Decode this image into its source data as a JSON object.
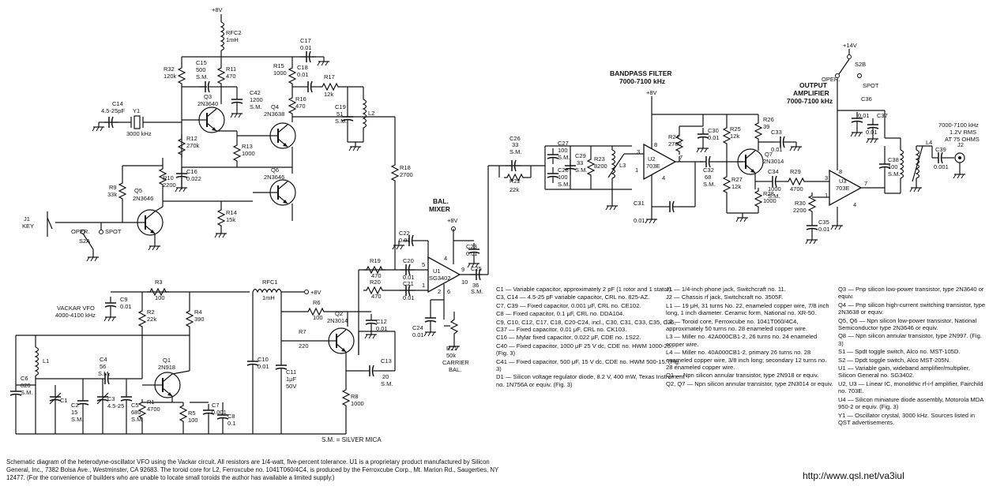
{
  "labels": {
    "p8v_top": "+8V",
    "rfc2": "RFC2",
    "rfc2_val": "1mH",
    "c17": "C17",
    "c17_val": "0.01",
    "r32": "R32",
    "r32_val": "120k",
    "c15": "C15",
    "c15_val1": "500",
    "c15_val2": "S.M.",
    "r11": "R11",
    "r11_val": "470",
    "r15": "R15",
    "r15_val": "1000",
    "c18": "C18",
    "c18_val": "0.01",
    "r17": "R17",
    "r17_val": "12k",
    "c42": "C42",
    "c42_val1": "1200",
    "c42_val2": "S.M.",
    "q3": "Q3",
    "q3_type": "2N3640",
    "r16": "R16",
    "r16_val": "470",
    "q4": "Q4",
    "q4_type": "2N3638",
    "c19": "C19",
    "c19_val1": "51",
    "c19_val2": "S.M.",
    "l2": "L2",
    "c14": "C14",
    "c14_val": "4.5-25pF",
    "y1": "Y1",
    "y1_val": "3000 kHz",
    "r12": "R12",
    "r12_val": "270k",
    "r13": "R13",
    "r13_val": "1000",
    "q6": "Q6",
    "q6_type": "2N3646",
    "c16": "C16",
    "c16_val": "0.022",
    "r18": "R18",
    "r18_val": "2700",
    "r10": "R10",
    "r10_val": "2200",
    "r9": "R9",
    "r9_val": "33k",
    "q5": "Q5",
    "q5_type": "2N3646",
    "r14": "R14",
    "r14_val": "15k",
    "j1": "J1",
    "key": "KEY",
    "oper1": "OPER.",
    "spot1": "SPOT",
    "s2a": "S2A",
    "bal_mixer1": "BAL.",
    "bal_mixer2": "MIXER",
    "p8v_mixer": "+8V",
    "c22": "C22",
    "c22_val": "0.01",
    "c23": "C23",
    "c23_val": "0.01",
    "r19": "R19",
    "r19_val": "470",
    "r20": "R20",
    "r20_val": "470",
    "c20": "C20",
    "c20_val": "0.01",
    "c21": "C21",
    "c21_val": "0.01",
    "u1": "U1",
    "u1_type": "SG3402",
    "c25": "C25",
    "c25_val1": "36",
    "c25_val2": "S.M.",
    "c24": "C24",
    "c24_val": "0.01",
    "r21": "R21",
    "r21_val": "50k",
    "carrier1": "CARRIER",
    "carrier2": "BAL.",
    "vackar1": "VACKAR VFO",
    "vackar2": "4000-4100 kHz",
    "c9": "C9",
    "c9_val": "0.01",
    "r3": "R3",
    "r3_val": "100",
    "r2": "R2",
    "r2_val": "22k",
    "r4": "R4",
    "r4_val": "390",
    "rfc1": "RFC1",
    "rfc1_val": "1mH",
    "p8v_vfo": "+8V",
    "r6": "R6",
    "r6_val": "100",
    "q2": "Q2",
    "q2_type": "2N3014",
    "c12": "C12",
    "c12_val": "0.01",
    "r7": "R7",
    "r7_val": "220",
    "c10": "C10",
    "c10_val": "0.01",
    "c11": "C11",
    "c11_val1": "1μF",
    "c11_val2": "50V",
    "c13": "C13",
    "c13_val1": "20",
    "c13_val2": "S.M.",
    "r8": "R8",
    "r8_val": "1000",
    "l1": "L1",
    "c4": "C4",
    "c4_val1": "56",
    "c4_val2": "S.M.",
    "q1": "Q1",
    "q1_type": "2N918",
    "c6": "C6",
    "c6_val1": "820",
    "c6_val2": "S.M.",
    "c1": "C1",
    "c3": "C3",
    "c3_val": "4.5-25",
    "c2": "C2",
    "c2_val1": "15",
    "c2_val2": "S.M.",
    "c5": "C5",
    "c5_val1": "680",
    "c5_val2": "S.M.",
    "r1": "R1",
    "r1_val": "4700",
    "r5": "R5",
    "r5_val": "100",
    "c7": "C7",
    "c7_val": "0.001",
    "c8": "C8",
    "c8_val": "0.1",
    "bandpass1": "BANDPASS FILTER",
    "bandpass2": "7000-7100 kHz",
    "p8v_bp": "+8V",
    "c26": "C26",
    "c26_val1": "33",
    "c26_val2": "S.M.",
    "c27": "C27",
    "c27_val1": "100",
    "c27_val2": "S.M.",
    "c28": "C28",
    "c28_val1": "100",
    "c28_val2": "S.M.",
    "c29": "C29",
    "c29_val1": "33",
    "c29_val2": "S.M.",
    "r23": "R23",
    "r23_val": "8200",
    "l3": "L3",
    "r22": "R22",
    "r22_val": "22k",
    "u2": "U2",
    "u2_type": "703E",
    "r24": "R24",
    "r24_val": "2700",
    "c30": "C30",
    "c30_val": "0.01",
    "r25": "R25",
    "r25_val": "12k",
    "r26": "R26",
    "r26_val": "39",
    "c33": "C33",
    "c33_val": "0.01",
    "c32": "C32",
    "c32_val1": "68",
    "c32_val2": "S.M.",
    "q7": "Q7",
    "q7_type": "2N3014",
    "c34": "C34",
    "c34_val1": "1000",
    "c34_val2": "S.M.",
    "r29": "R29",
    "r29_val": "4700",
    "r27": "R27",
    "r27_val": "12k",
    "r28": "R28",
    "r28_val": "1000",
    "c31": "C31",
    "c31_val": "0.01",
    "output1": "OUTPUT",
    "output2": "AMPLIFIER",
    "output3": "7000-7100 kHz",
    "p14v": "+14V",
    "s2b": "S2B",
    "oper2": "OPER.",
    "spot2": "SPOT",
    "c36": "C36",
    "c36_val": "0.01",
    "c37": "C37",
    "c37_val": "0.01",
    "r30": "R30",
    "r30_val": "2200",
    "c35": "C35",
    "c35_val": "0.01",
    "u3": "U3",
    "u3_type": "703E",
    "l4": "L4",
    "c38": "C38",
    "c38_val1": "100",
    "c38_val2": "S.M.",
    "c39": "C39",
    "c39_val": "0.001",
    "j2": "J2",
    "out_spec1": "7000-7100 kHz",
    "out_spec2": "1.2V RMS",
    "out_spec3": "AT 75 OHMS",
    "pin3": "3",
    "pin8": "8",
    "pin7": "7",
    "pin1": "1",
    "pin4": "4",
    "pin5": "5",
    "pin6": "6",
    "pin9": "9",
    "pin10": "10",
    "pin2": "2"
  },
  "sm_note": "S.M. = SILVER MICA",
  "notes": {
    "col1": [
      "C1 — Variable capacitor, approximately 2 pF (1 rotor and 1 stator).",
      "C3, C14 — 4.5-25 pF variable capacitor, CRL no. 825-AZ.",
      "C7, C39 — Fixed capacitor, 0.001 μF, CRL no. CE102.",
      "C8 — Fixed capacitor, 0.1 μF, CRL no. DDA104.",
      "C9, C10, C12, C17, C18, C20-C24, incl., C30, C31, C33, C35, C36, C37 — Fixed capacitor, 0.01 μF, CRL no. CK103.",
      "C16 — Mylar fixed capacitor, 0.022 μF, CDE no. 1S22.",
      "C40 — Fixed capacitor, 1000 μF 25 V dc, CDE no. HWM 1000-25. (Fig. 3)",
      "C41 — Fixed capacitor, 500 μF, 15 V dc, CDE no. HWM 500-15. (Fig. 3)",
      "D1 — Silicon voltage regulator diode, 8.2 V, 400 mW, Texas Instrument no. 1N756A or equiv. (Fig. 3)"
    ],
    "col2": [
      "J1 — 1/4-inch phone jack, Switchcraft no. 11.",
      "J2 — Chassis rf jack, Switchcraft no. 3505F.",
      "L1 — 19 μH, 31 turns No. 22, enameled copper wire, 7/8 inch long, 1 inch diameter. Ceramic form, National no. XR-50.",
      "L2 — Toroid core, Ferroxcube no. 1041T060/4C4, approximately 50 turns no. 28 enameled copper wire.",
      "L3 — Miller no. 42A000CB1-2, 26 turns no. 24 enameled copper wire.",
      "L4 — Miller no. 40A000CB1-2, primary 26 turns no. 28 enameled copper wire, 3/8 inch long; secondary 12 turns no. 28 enameled copper wire.",
      "Q1 — Npn silicon annular transistor, type 2N918 or equiv.",
      "Q2, Q7 — Npn silicon annular transistor, type 2N3014 or equiv."
    ],
    "col3": [
      "Q3 — Pnp silicon low-power transistor, type 2N3640 or equiv.",
      "Q4 — Pnp silicon high-current switching transistor, type 2N3638 or equiv.",
      "Q5, Q6 — Npn silicon low-power transistor, National Semiconductor type 2N3646 or equiv.",
      "Q8 — Npn silicon annular transistor, type 2N997. (Fig. 3)",
      "S1 — Spdt toggle switch, Alco no. MST-105D.",
      "S2 — Dpdt toggle switch, Alco MST-205N.",
      "U1 — Variable gain, wideband amplifier/multiplier, Silicon General no. SG3402.",
      "U2, U3 — Linear IC, monolithic rf-i-f amplifier, Fairchild no. 703E.",
      "U4 — Silicon miniature diode assembly, Motorola MDA 950-2 or equiv. (Fig. 3)",
      "Y1 — Oscillator crystal, 3000 kHz. Sources listed in QST advertisements."
    ]
  },
  "caption": "Schematic diagram of the heterodyne-oscillator VFO using the Vackar circuit. All resistors are 1/4-watt, five-percent tolerance. U1 is a proprietary product manufactured by Silicon General, Inc., 7382 Bolsa Ave., Westminster, CA 92683. The toroid core for L2, Ferroxcube no. 1041T060/4C4, is produced by the Ferroxcube Corp., Mt. Marion Rd., Saugerties, NY 12477. (For the convenience of builders who are unable to locate small toroids the author has available a limited supply.)",
  "url": "http://www.qsl.net/va3iul"
}
